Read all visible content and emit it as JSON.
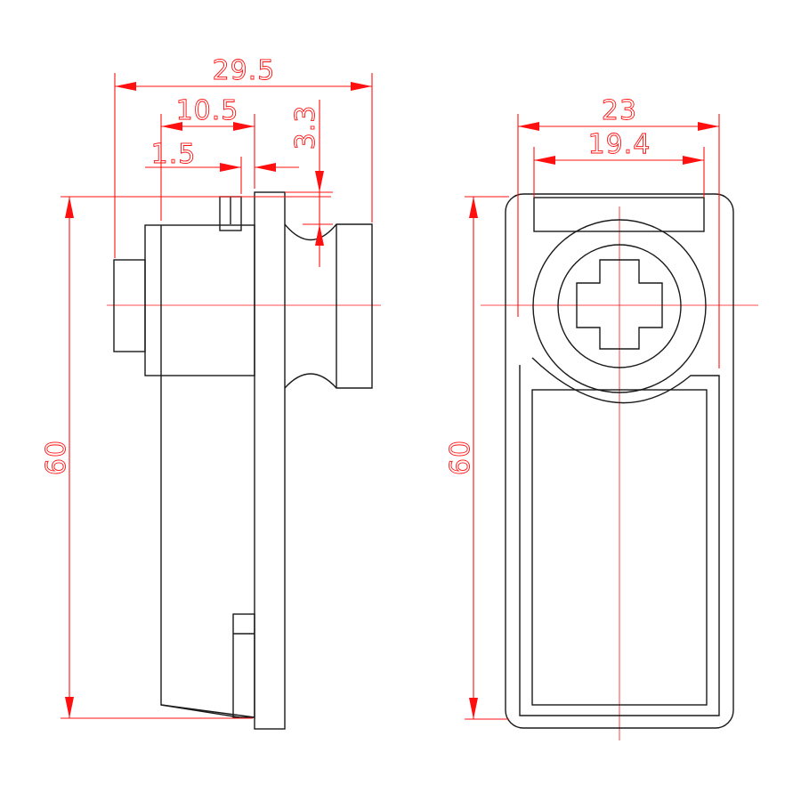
{
  "colors": {
    "dimension": "#ff1010",
    "outline": "#1a1a1a",
    "background": "#ffffff"
  },
  "side_view": {
    "dims": {
      "overall_width": "29.5",
      "inner_width": "10.5",
      "flange": "1.5",
      "step": "3.3",
      "height": "60"
    }
  },
  "front_view": {
    "dims": {
      "overall_width": "23",
      "inner_width": "19.4",
      "height": "60"
    }
  }
}
